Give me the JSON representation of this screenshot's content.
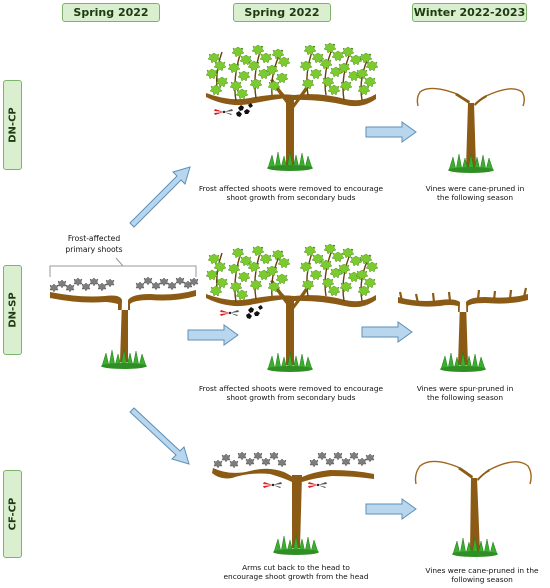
{
  "headers": [
    "Spring 2022",
    "Spring 2022",
    "Winter 2022-2023"
  ],
  "rows": [
    "DN-CP",
    "DN-SP",
    "CF-CP"
  ],
  "bracket_label": [
    "Frost-affected",
    "primary shoots"
  ],
  "captions": {
    "dncp_middle": [
      "Frost affected shoots were removed to encourage",
      "shoot growth from secondary buds"
    ],
    "dncp_right": [
      "Vines were cane-pruned in",
      "the following season"
    ],
    "dnsp_middle": [
      "Frost affected shoots were removed to encourage",
      "shoot growth from secondary buds"
    ],
    "dnsp_right": [
      "Vines were spur-pruned in",
      "the following season"
    ],
    "cfcp_middle": [
      "Arms cut back to the head to",
      "encourage shoot growth from the head"
    ],
    "cfcp_right": [
      "Vines were cane-pruned in the",
      "following season"
    ]
  },
  "colors": {
    "header_fill": "#d9efcf",
    "header_border": "#7fb26a",
    "trunk": "#8b5a14",
    "leaf": "#7ccb2e",
    "grass": "#3cae2e",
    "frost": "#7a7a7a",
    "arrow_fill": "#b8d7ee",
    "arrow_stroke": "#5f8fb5",
    "pruner_handle": "#e02020"
  }
}
